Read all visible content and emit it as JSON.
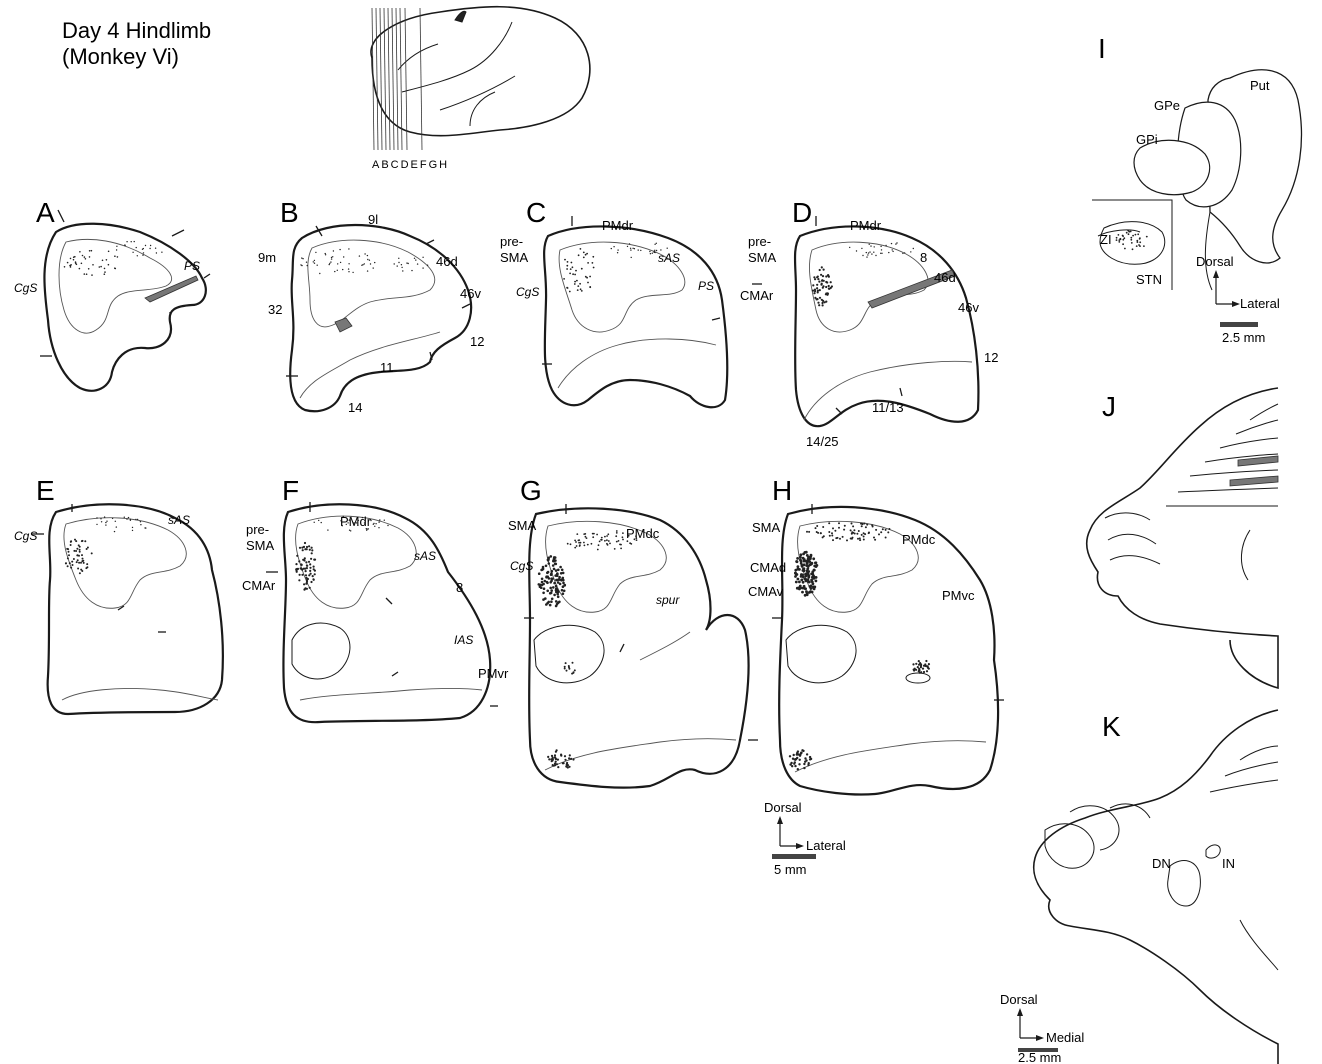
{
  "figure": {
    "title_line1": "Day 4    Hindlimb",
    "title_line2": "(Monkey Vi)",
    "brain_section_letters": "ABCDEFGH"
  },
  "panels": {
    "A": {
      "letter": "A",
      "labels": {
        "cgs": "CgS",
        "ps": "PS"
      }
    },
    "B": {
      "letter": "B",
      "labels": {
        "a9l": "9l",
        "a9m": "9m",
        "a32": "32",
        "a46d": "46d",
        "a46v": "46v",
        "a12": "12",
        "a11": "11",
        "a14": "14"
      }
    },
    "C": {
      "letter": "C",
      "labels": {
        "pre": "pre-",
        "sma": "SMA",
        "pmdr": "PMdr",
        "sas": "sAS",
        "cgs": "CgS",
        "ps": "PS"
      }
    },
    "D": {
      "letter": "D",
      "labels": {
        "pre": "pre-",
        "sma": "SMA",
        "pmdr": "PMdr",
        "a8": "8",
        "a46d": "46d",
        "cmar": "CMAr",
        "a46v": "46v",
        "a12": "12",
        "a1113": "11/13",
        "a1425": "14/25"
      }
    },
    "E": {
      "letter": "E",
      "labels": {
        "cgs": "CgS",
        "sas": "sAS"
      }
    },
    "F": {
      "letter": "F",
      "labels": {
        "pre": "pre-",
        "sma": "SMA",
        "pmdr": "PMdr",
        "sas": "sAS",
        "cmar": "CMAr",
        "a8": "8",
        "ias": "IAS",
        "pmvr": "PMvr"
      }
    },
    "G": {
      "letter": "G",
      "labels": {
        "sma": "SMA",
        "pmdc": "PMdc",
        "cgs": "CgS",
        "spur": "spur"
      }
    },
    "H": {
      "letter": "H",
      "labels": {
        "sma": "SMA",
        "pmdc": "PMdc",
        "cmad": "CMAd",
        "cmav": "CMAv",
        "pmvc": "PMvc"
      }
    },
    "I": {
      "letter": "I",
      "labels": {
        "put": "Put",
        "gpe": "GPe",
        "gpi": "GPi",
        "zi": "ZI",
        "stn": "STN"
      }
    },
    "J": {
      "letter": "J"
    },
    "K": {
      "letter": "K",
      "labels": {
        "dn": "DN",
        "in": "IN"
      }
    }
  },
  "orientation": {
    "cortex": {
      "dorsal": "Dorsal",
      "lateral": "Lateral",
      "scale": "5 mm"
    },
    "basal_ganglia": {
      "dorsal": "Dorsal",
      "lateral": "Lateral",
      "scale": "2.5 mm"
    },
    "cerebellum": {
      "dorsal": "Dorsal",
      "medial": "Medial",
      "scale": "2.5 mm"
    }
  }
}
